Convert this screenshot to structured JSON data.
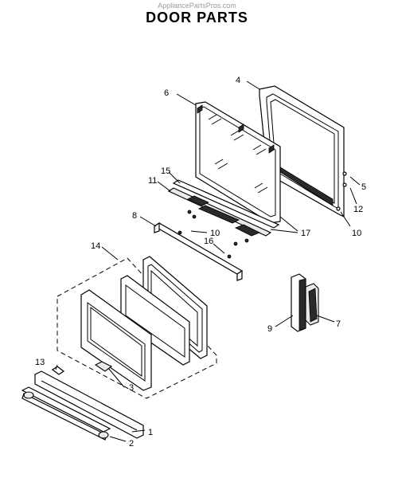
{
  "header": {
    "watermark": "AppliancePartsPros.com",
    "title": "DOOR PARTS"
  },
  "callouts": {
    "c1": "1",
    "c2": "2",
    "c3": "3",
    "c4": "4",
    "c5": "5",
    "c6": "6",
    "c7": "7",
    "c8": "8",
    "c9": "9",
    "c10a": "10",
    "c10b": "10",
    "c11": "11",
    "c12": "12",
    "c13": "13",
    "c14": "14",
    "c15": "15",
    "c16": "16",
    "c17": "17"
  }
}
